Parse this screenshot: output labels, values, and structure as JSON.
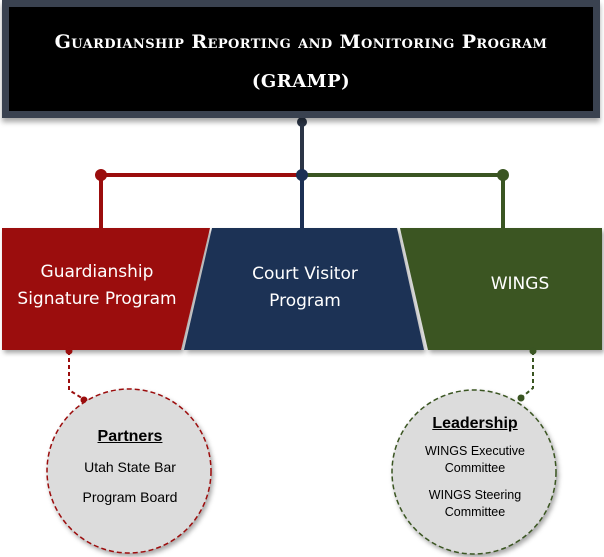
{
  "title": {
    "line1": "Guardianship Reporting and Monitoring Program",
    "line2": "(GRAMP)"
  },
  "programs": [
    {
      "name": "Guardianship\nSignature Program",
      "color": "#9b0d0d"
    },
    {
      "name": "Court Visitor\nProgram",
      "color": "#1c3054"
    },
    {
      "name": "WINGS",
      "color": "#3a5522"
    }
  ],
  "partners": {
    "heading": "Partners",
    "items": [
      "Utah State Bar",
      "Program Board"
    ]
  },
  "leadership": {
    "heading": "Leadership",
    "items": [
      "WINGS Executive Committee",
      "WINGS Steering Committee"
    ]
  },
  "colors": {
    "title_bg": "#000000",
    "title_border": "#3a4250",
    "connector_dark": "#2b3546",
    "circle_fill": "#dcdcdc"
  }
}
